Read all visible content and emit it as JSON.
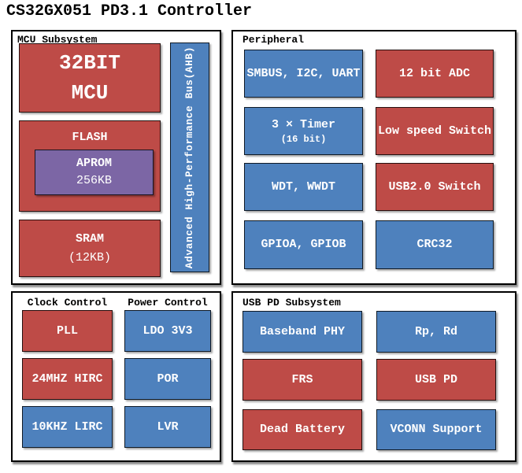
{
  "title": "CS32GX051 PD3.1 Controller",
  "colors": {
    "red": "#BE4B47",
    "blue": "#4E81BD",
    "purple": "#7C66A5"
  },
  "mcu": {
    "label": "MCU Subsystem",
    "mcu_block": {
      "line1": "32BIT",
      "line2": "MCU"
    },
    "flash_block": {
      "label": "FLASH"
    },
    "aprom_block": {
      "line1": "APROM",
      "line2": "256KB"
    },
    "sram_block": {
      "line1": "SRAM",
      "line2": "（12KB）"
    },
    "ahb_bus": {
      "label": "Advanced High-Performance Bus（AHB）"
    }
  },
  "peripheral": {
    "label": "Peripheral",
    "blocks": [
      {
        "text": "SMBUS、I2C、UART",
        "color": "blue"
      },
      {
        "text": "12 bit ADC",
        "color": "red"
      },
      {
        "text": "3 × Timer",
        "subtext": "(16 bit)",
        "color": "blue"
      },
      {
        "text": "Low speed Switch",
        "color": "red"
      },
      {
        "text": "WDT、WWDT",
        "color": "blue"
      },
      {
        "text": "USB2.0 Switch",
        "color": "red"
      },
      {
        "text": "GPIOA、GPIOB",
        "color": "blue"
      },
      {
        "text": "CRC32",
        "color": "blue"
      }
    ]
  },
  "clock_power": {
    "clock_label": "Clock Control",
    "power_label": "Power Control",
    "blocks": [
      {
        "text": "PLL",
        "color": "red"
      },
      {
        "text": "LDO 3V3",
        "color": "blue"
      },
      {
        "text": "24MHZ HIRC",
        "color": "red"
      },
      {
        "text": "POR",
        "color": "blue"
      },
      {
        "text": "10KHZ LIRC",
        "color": "blue"
      },
      {
        "text": "LVR",
        "color": "blue"
      }
    ]
  },
  "usb_pd": {
    "label": "USB PD Subsystem",
    "blocks": [
      {
        "text": "Baseband PHY",
        "color": "blue"
      },
      {
        "text": "Rp、Rd",
        "color": "blue"
      },
      {
        "text": "FRS",
        "color": "red"
      },
      {
        "text": "USB PD",
        "color": "red"
      },
      {
        "text": "Dead Battery",
        "color": "red"
      },
      {
        "text": "VCONN Support",
        "color": "blue"
      }
    ]
  }
}
